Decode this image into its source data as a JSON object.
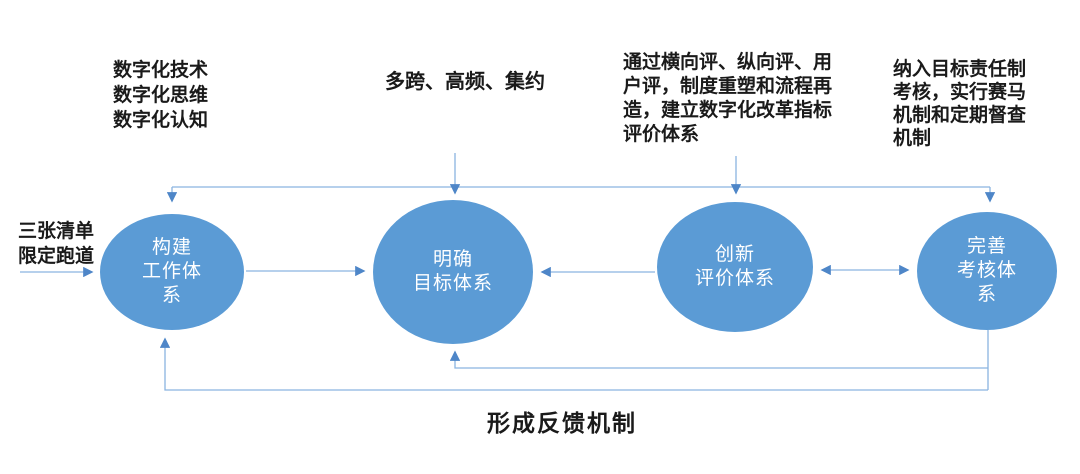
{
  "theme": {
    "background": "#ffffff",
    "node_fill": "#5B9BD5",
    "node_text_color": "#ffffff",
    "line_color": "#8AB4E0",
    "arrow_color": "#4E86C8",
    "note_text_color": "#1a1a1a"
  },
  "annotations": {
    "note_three_lists": {
      "lines": [
        "三张清单",
        "限定跑道"
      ]
    },
    "note_digital_mindset": {
      "lines": [
        "数字化技术",
        "数字化思维",
        "数字化认知"
      ]
    },
    "note_cross_highfreq_intensive": {
      "lines": [
        "多跨、高频、集约"
      ]
    },
    "note_evaluation_method": {
      "lines": [
        "通过横向评、纵向评、用",
        "户评，制度重塑和流程再",
        "造，建立数字化改革指标",
        "评价体系"
      ]
    },
    "note_assessment_mechanism": {
      "lines": [
        "纳入目标责任制",
        "考核，实行赛马",
        "机制和定期督查",
        "机制"
      ]
    },
    "bottom_caption": "形成反馈机制"
  },
  "nodes": [
    {
      "id": "build-work-system",
      "lines": [
        "构建",
        "工作体",
        "系"
      ]
    },
    {
      "id": "clarify-goal-system",
      "lines": [
        "明确",
        "目标体系"
      ]
    },
    {
      "id": "innovate-evaluation-system",
      "lines": [
        "创新",
        "评价体系"
      ]
    },
    {
      "id": "improve-assessment-system",
      "lines": [
        "完善",
        "考核体",
        "系"
      ]
    }
  ],
  "connections": [
    "top-line feeds node1 and node4",
    "note2 arrow into node2 top",
    "note3 arrow into node3 top",
    "left input arrow into node1",
    "node1 to node2",
    "node3 to node2",
    "node3 and node4 bidirectional",
    "node4 bottom feedback into node2",
    "node4 bottom feedback into node1"
  ]
}
